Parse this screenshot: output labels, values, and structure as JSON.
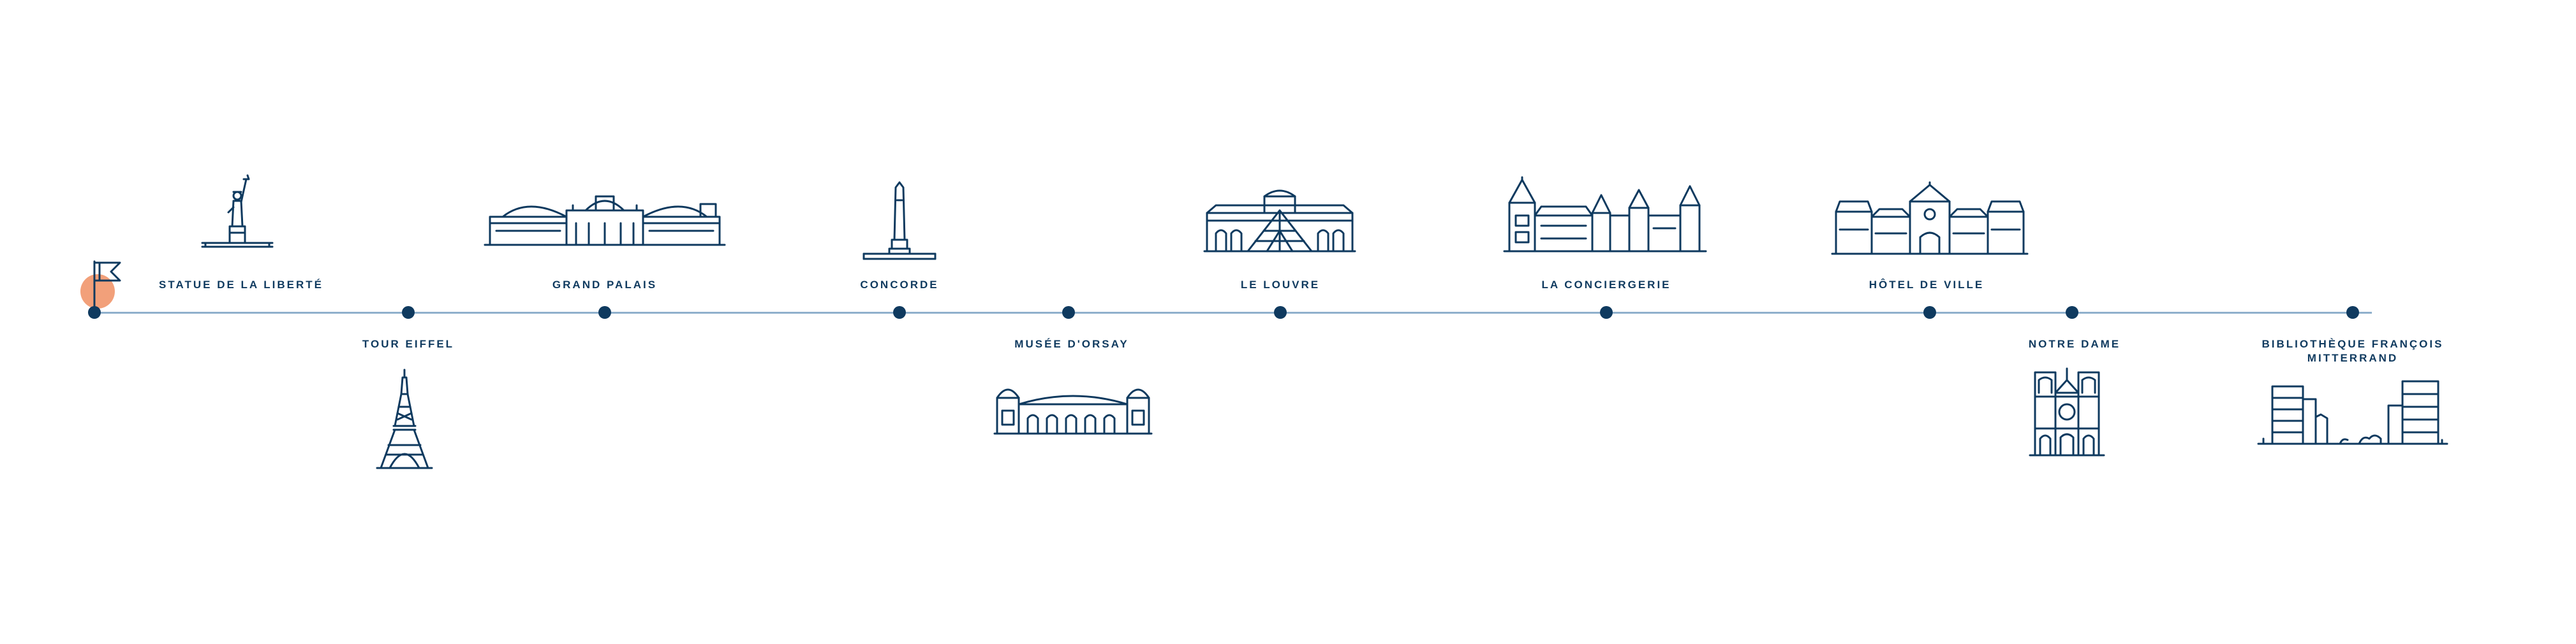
{
  "colors": {
    "accent": "#0f3a5f",
    "line": "#8fb0cc",
    "start_blob": "#f2a07a"
  },
  "start_marker": {
    "icon": "flag-icon"
  },
  "stops": [
    {
      "label": "STATUE DE LA LIBERTÉ",
      "icon": "statue-de-la-liberte-icon"
    },
    {
      "label": "TOUR EIFFEL",
      "icon": "tour-eiffel-icon"
    },
    {
      "label": "GRAND PALAIS",
      "icon": "grand-palais-icon"
    },
    {
      "label": "CONCORDE",
      "icon": "concorde-obelisk-icon"
    },
    {
      "label": "MUSÉE D'ORSAY",
      "icon": "musee-d-orsay-icon"
    },
    {
      "label": "LE LOUVRE",
      "icon": "louvre-pyramid-icon"
    },
    {
      "label": "LA CONCIERGERIE",
      "icon": "conciergerie-icon"
    },
    {
      "label": "HÔTEL DE VILLE",
      "icon": "hotel-de-ville-icon"
    },
    {
      "label": "NOTRE DAME",
      "icon": "notre-dame-icon"
    },
    {
      "label": "BIBLIOTHÈQUE FRANÇOIS\nMITTERRAND",
      "icon": "bibliotheque-icon"
    }
  ]
}
